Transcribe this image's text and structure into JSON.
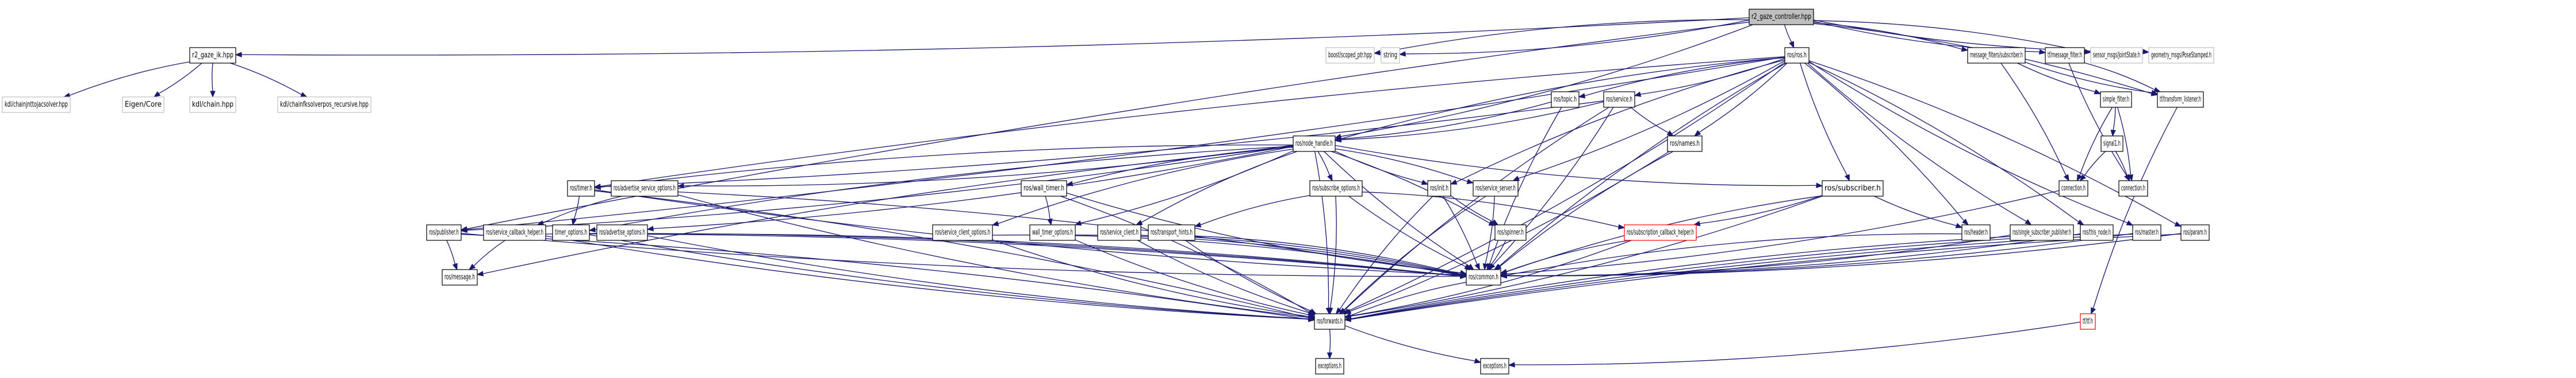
{
  "title": "r2_gaze_controller.hpp include dependency graph",
  "colors": {
    "edge": "#191970",
    "root_fill": "#bfbfbf",
    "node_border": "#000000",
    "external_border": "#bfbfbf",
    "missing_border": "#ff0000"
  },
  "nodes": [
    {
      "id": "root",
      "label": "r2_gaze_controller.hpp",
      "kind": "root"
    },
    {
      "id": "gaze_ik",
      "label": "r2_gaze_ik.hpp",
      "kind": "documented"
    },
    {
      "id": "kdl_jac",
      "label": "kdl/chainjnttojacsolver.hpp",
      "kind": "external"
    },
    {
      "id": "eigen",
      "label": "Eigen/Core",
      "kind": "external"
    },
    {
      "id": "kdl_chain",
      "label": "kdl/chain.hpp",
      "kind": "external"
    },
    {
      "id": "kdl_fk",
      "label": "kdl/chainfksolverpos_recursive.hpp",
      "kind": "external"
    },
    {
      "id": "scoped_ptr",
      "label": "boost/scoped_ptr.hpp",
      "kind": "external"
    },
    {
      "id": "string",
      "label": "string",
      "kind": "external"
    },
    {
      "id": "ros_ros",
      "label": "ros/ros.h",
      "kind": "documented"
    },
    {
      "id": "mf_sub",
      "label": "message_filters/subscriber.h",
      "kind": "documented"
    },
    {
      "id": "tf_mf",
      "label": "tf/message_filter.h",
      "kind": "documented"
    },
    {
      "id": "joint_state",
      "label": "sensor_msgs/JointState.h",
      "kind": "external"
    },
    {
      "id": "pose_stamped",
      "label": "geometry_msgs/PoseStamped.h",
      "kind": "external"
    },
    {
      "id": "ros_topic",
      "label": "ros/topic.h",
      "kind": "documented"
    },
    {
      "id": "ros_service",
      "label": "ros/service.h",
      "kind": "documented"
    },
    {
      "id": "simple_filter",
      "label": "simple_filter.h",
      "kind": "documented"
    },
    {
      "id": "tf_listener",
      "label": "tf/transform_listener.h",
      "kind": "documented"
    },
    {
      "id": "signal1",
      "label": "signal1.h",
      "kind": "documented"
    },
    {
      "id": "ros_names",
      "label": "ros/names.h",
      "kind": "documented"
    },
    {
      "id": "node_handle",
      "label": "ros/node_handle.h",
      "kind": "documented"
    },
    {
      "id": "connection1",
      "label": "connection.h",
      "kind": "documented"
    },
    {
      "id": "connection2",
      "label": "connection.h",
      "kind": "documented"
    },
    {
      "id": "ros_timer",
      "label": "ros/timer.h",
      "kind": "documented"
    },
    {
      "id": "adv_srv_opts",
      "label": "ros/advertise_service_options.h",
      "kind": "documented"
    },
    {
      "id": "wall_timer",
      "label": "ros/wall_timer.h",
      "kind": "documented"
    },
    {
      "id": "sub_opts",
      "label": "ros/subscribe_options.h",
      "kind": "documented"
    },
    {
      "id": "ros_init",
      "label": "ros/init.h",
      "kind": "documented"
    },
    {
      "id": "srv_server",
      "label": "ros/service_server.h",
      "kind": "documented"
    },
    {
      "id": "ros_subscriber",
      "label": "ros/subscriber.h",
      "kind": "documented"
    },
    {
      "id": "ros_publisher",
      "label": "ros/publisher.h",
      "kind": "documented"
    },
    {
      "id": "srv_cb_helper",
      "label": "ros/service_callback_helper.h",
      "kind": "documented"
    },
    {
      "id": "timer_opts",
      "label": "timer_options.h",
      "kind": "documented"
    },
    {
      "id": "adv_opts",
      "label": "ros/advertise_options.h",
      "kind": "documented"
    },
    {
      "id": "srv_client_opts",
      "label": "ros/service_client_options.h",
      "kind": "documented"
    },
    {
      "id": "wall_timer_opts",
      "label": "wall_timer_options.h",
      "kind": "documented"
    },
    {
      "id": "srv_client",
      "label": "ros/service_client.h",
      "kind": "documented"
    },
    {
      "id": "transport_hints",
      "label": "ros/transport_hints.h",
      "kind": "documented"
    },
    {
      "id": "spinner",
      "label": "ros/spinner.h",
      "kind": "documented"
    },
    {
      "id": "sub_cb_helper",
      "label": "ros/subscription_callback_helper.h",
      "kind": "missing"
    },
    {
      "id": "ros_header",
      "label": "ros/header.h",
      "kind": "documented"
    },
    {
      "id": "single_sub_pub",
      "label": "ros/single_subscriber_publisher.h",
      "kind": "documented"
    },
    {
      "id": "this_node",
      "label": "ros/this_node.h",
      "kind": "documented"
    },
    {
      "id": "ros_master",
      "label": "ros/master.h",
      "kind": "documented"
    },
    {
      "id": "ros_param",
      "label": "ros/param.h",
      "kind": "documented"
    },
    {
      "id": "ros_message",
      "label": "ros/message.h",
      "kind": "documented"
    },
    {
      "id": "ros_common",
      "label": "ros/common.h",
      "kind": "documented"
    },
    {
      "id": "tf_tf",
      "label": "tf/tf.h",
      "kind": "missing"
    },
    {
      "id": "ros_forwards",
      "label": "ros/forwards.h",
      "kind": "documented"
    },
    {
      "id": "exceptions1",
      "label": "exceptions.h",
      "kind": "documented"
    },
    {
      "id": "exceptions2",
      "label": "exceptions.h",
      "kind": "documented"
    }
  ],
  "edges": [
    [
      "root",
      "gaze_ik"
    ],
    [
      "root",
      "scoped_ptr"
    ],
    [
      "root",
      "string"
    ],
    [
      "root",
      "ros_ros"
    ],
    [
      "root",
      "mf_sub"
    ],
    [
      "root",
      "tf_mf"
    ],
    [
      "root",
      "joint_state"
    ],
    [
      "root",
      "pose_stamped"
    ],
    [
      "root",
      "node_handle"
    ],
    [
      "root",
      "ros_publisher"
    ],
    [
      "root",
      "tf_listener"
    ],
    [
      "gaze_ik",
      "kdl_jac"
    ],
    [
      "gaze_ik",
      "eigen"
    ],
    [
      "gaze_ik",
      "kdl_chain"
    ],
    [
      "gaze_ik",
      "kdl_fk"
    ],
    [
      "ros_ros",
      "ros_topic"
    ],
    [
      "ros_ros",
      "ros_service"
    ],
    [
      "ros_ros",
      "node_handle"
    ],
    [
      "ros_ros",
      "ros_names"
    ],
    [
      "ros_ros",
      "ros_init"
    ],
    [
      "ros_ros",
      "srv_server"
    ],
    [
      "ros_ros",
      "ros_subscriber"
    ],
    [
      "ros_ros",
      "ros_publisher"
    ],
    [
      "ros_ros",
      "single_sub_pub"
    ],
    [
      "ros_ros",
      "this_node"
    ],
    [
      "ros_ros",
      "ros_master"
    ],
    [
      "ros_ros",
      "ros_param"
    ],
    [
      "ros_ros",
      "ros_common"
    ],
    [
      "ros_ros",
      "ros_forwards"
    ],
    [
      "ros_ros",
      "ros_timer"
    ],
    [
      "ros_ros",
      "ros_header"
    ],
    [
      "mf_sub",
      "simple_filter"
    ],
    [
      "mf_sub",
      "connection1"
    ],
    [
      "mf_sub",
      "tf_listener"
    ],
    [
      "tf_mf",
      "tf_listener"
    ],
    [
      "tf_mf",
      "connection2"
    ],
    [
      "simple_filter",
      "signal1"
    ],
    [
      "simple_filter",
      "connection1"
    ],
    [
      "simple_filter",
      "connection2"
    ],
    [
      "signal1",
      "connection1"
    ],
    [
      "signal1",
      "connection2"
    ],
    [
      "tf_listener",
      "tf_tf"
    ],
    [
      "ros_topic",
      "node_handle"
    ],
    [
      "ros_topic",
      "ros_common"
    ],
    [
      "ros_service",
      "node_handle"
    ],
    [
      "ros_service",
      "ros_names"
    ],
    [
      "ros_service",
      "ros_common"
    ],
    [
      "ros_service",
      "ros_forwards"
    ],
    [
      "ros_service",
      "ros_timer"
    ],
    [
      "ros_names",
      "ros_common"
    ],
    [
      "ros_names",
      "ros_forwards"
    ],
    [
      "node_handle",
      "ros_timer"
    ],
    [
      "node_handle",
      "adv_srv_opts"
    ],
    [
      "node_handle",
      "wall_timer"
    ],
    [
      "node_handle",
      "sub_opts"
    ],
    [
      "node_handle",
      "ros_init"
    ],
    [
      "node_handle",
      "srv_server"
    ],
    [
      "node_handle",
      "ros_subscriber"
    ],
    [
      "node_handle",
      "ros_publisher"
    ],
    [
      "node_handle",
      "timer_opts"
    ],
    [
      "node_handle",
      "adv_opts"
    ],
    [
      "node_handle",
      "srv_client_opts"
    ],
    [
      "node_handle",
      "wall_timer_opts"
    ],
    [
      "node_handle",
      "srv_client"
    ],
    [
      "node_handle",
      "spinner"
    ],
    [
      "node_handle",
      "ros_common"
    ],
    [
      "node_handle",
      "ros_forwards"
    ],
    [
      "node_handle",
      "ros_message"
    ],
    [
      "ros_timer",
      "timer_opts"
    ],
    [
      "ros_timer",
      "ros_common"
    ],
    [
      "ros_timer",
      "ros_forwards"
    ],
    [
      "adv_srv_opts",
      "srv_cb_helper"
    ],
    [
      "adv_srv_opts",
      "ros_common"
    ],
    [
      "adv_srv_opts",
      "ros_forwards"
    ],
    [
      "wall_timer",
      "wall_timer_opts"
    ],
    [
      "wall_timer",
      "ros_common"
    ],
    [
      "wall_timer",
      "ros_forwards"
    ],
    [
      "sub_opts",
      "transport_hints"
    ],
    [
      "sub_opts",
      "sub_cb_helper"
    ],
    [
      "sub_opts",
      "ros_common"
    ],
    [
      "sub_opts",
      "ros_forwards"
    ],
    [
      "ros_init",
      "spinner"
    ],
    [
      "ros_init",
      "ros_common"
    ],
    [
      "ros_init",
      "ros_forwards"
    ],
    [
      "srv_server",
      "ros_common"
    ],
    [
      "srv_server",
      "ros_forwards"
    ],
    [
      "ros_subscriber",
      "sub_cb_helper"
    ],
    [
      "ros_subscriber",
      "ros_common"
    ],
    [
      "ros_subscriber",
      "ros_forwards"
    ],
    [
      "ros_subscriber",
      "ros_header"
    ],
    [
      "ros_publisher",
      "ros_message"
    ],
    [
      "ros_publisher",
      "ros_common"
    ],
    [
      "ros_publisher",
      "ros_forwards"
    ],
    [
      "srv_cb_helper",
      "ros_message"
    ],
    [
      "srv_cb_helper",
      "ros_common"
    ],
    [
      "srv_cb_helper",
      "ros_forwards"
    ],
    [
      "timer_opts",
      "ros_common"
    ],
    [
      "timer_opts",
      "ros_forwards"
    ],
    [
      "adv_opts",
      "ros_common"
    ],
    [
      "adv_opts",
      "ros_forwards"
    ],
    [
      "srv_client_opts",
      "ros_common"
    ],
    [
      "srv_client_opts",
      "ros_forwards"
    ],
    [
      "wall_timer_opts",
      "ros_common"
    ],
    [
      "wall_timer_opts",
      "ros_forwards"
    ],
    [
      "srv_client",
      "ros_common"
    ],
    [
      "srv_client",
      "ros_forwards"
    ],
    [
      "transport_hints",
      "ros_common"
    ],
    [
      "transport_hints",
      "ros_forwards"
    ],
    [
      "spinner",
      "ros_common"
    ],
    [
      "sub_cb_helper",
      "ros_common"
    ],
    [
      "sub_cb_helper",
      "ros_forwards"
    ],
    [
      "ros_header",
      "ros_common"
    ],
    [
      "single_sub_pub",
      "ros_common"
    ],
    [
      "single_sub_pub",
      "ros_forwards"
    ],
    [
      "this_node",
      "ros_common"
    ],
    [
      "this_node",
      "ros_forwards"
    ],
    [
      "ros_master",
      "ros_common"
    ],
    [
      "ros_master",
      "ros_forwards"
    ],
    [
      "ros_param",
      "ros_common"
    ],
    [
      "ros_param",
      "ros_forwards"
    ],
    [
      "connection1",
      "ros_common"
    ],
    [
      "ros_common",
      "ros_forwards"
    ],
    [
      "ros_forwards",
      "exceptions1"
    ],
    [
      "ros_forwards",
      "exceptions2"
    ],
    [
      "tf_tf",
      "exceptions2"
    ]
  ]
}
